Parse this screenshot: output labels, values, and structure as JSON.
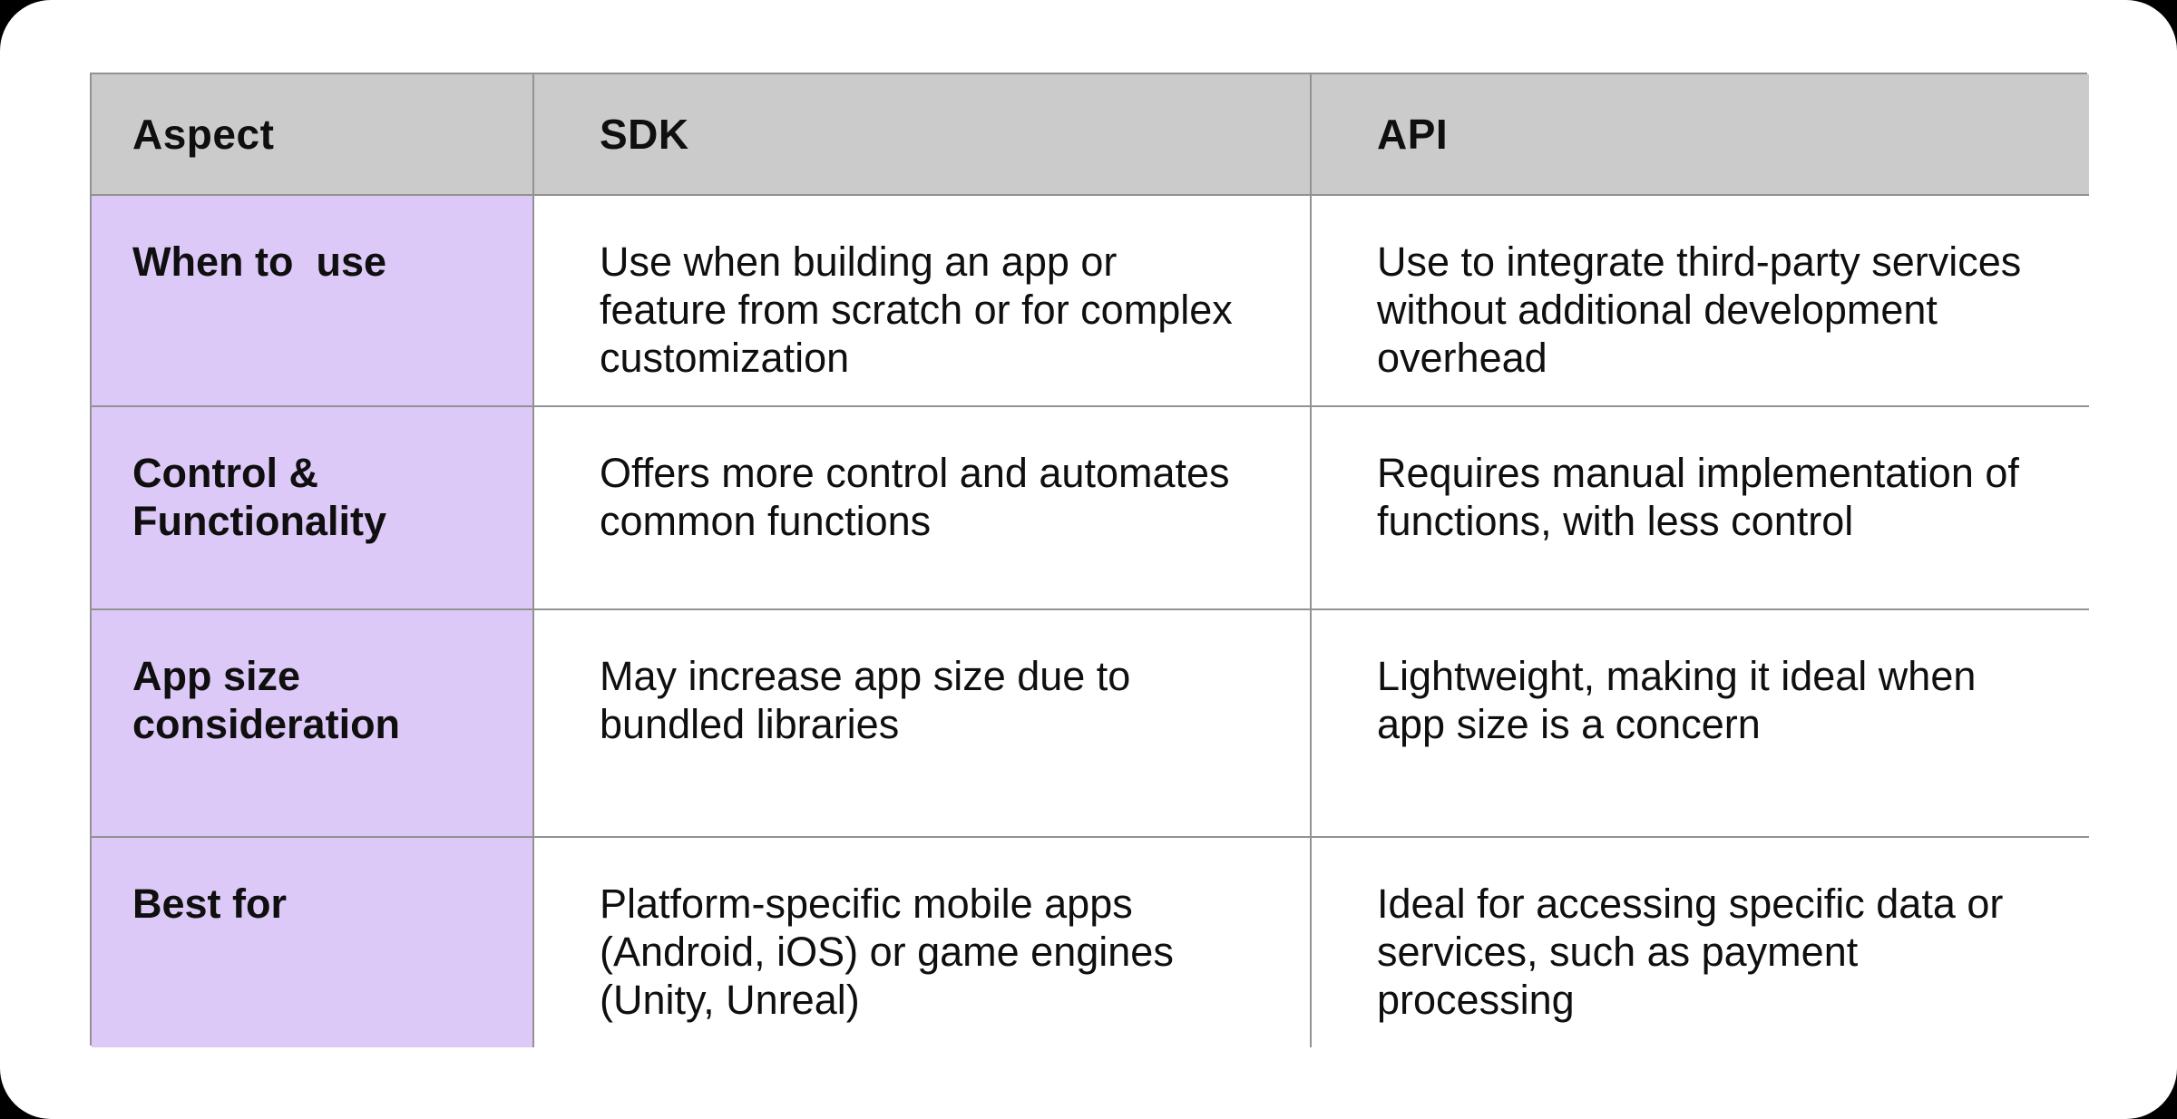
{
  "page": {
    "background_color": "#000000",
    "card_color": "#ffffff"
  },
  "table": {
    "colors": {
      "header_bg": "#cbcbcb",
      "aspect_column_bg": "#ddc9f7",
      "body_bg": "#ffffff",
      "border": "#929292",
      "text": "#0f0f0f"
    },
    "columns": [
      {
        "key": "aspect",
        "label": "Aspect"
      },
      {
        "key": "sdk",
        "label": "SDK"
      },
      {
        "key": "api",
        "label": "API"
      }
    ],
    "rows": [
      {
        "aspect": "When to  use",
        "sdk": "Use when building an app or feature from scratch or for complex customization",
        "api": "Use to integrate third-party services without additional development overhead"
      },
      {
        "aspect": "Control & Functionality",
        "sdk": "Offers more control and automates common functions",
        "api": "Requires manual implementation of functions, with less control"
      },
      {
        "aspect": "App size consideration",
        "sdk": "May increase app size due to bundled libraries",
        "api": "Lightweight, making it ideal when app size is a concern"
      },
      {
        "aspect": "Best for",
        "sdk": "Platform-specific mobile apps (Android, iOS) or game engines (Unity, Unreal)",
        "api": "Ideal for accessing specific data or services, such as payment processing"
      }
    ]
  }
}
